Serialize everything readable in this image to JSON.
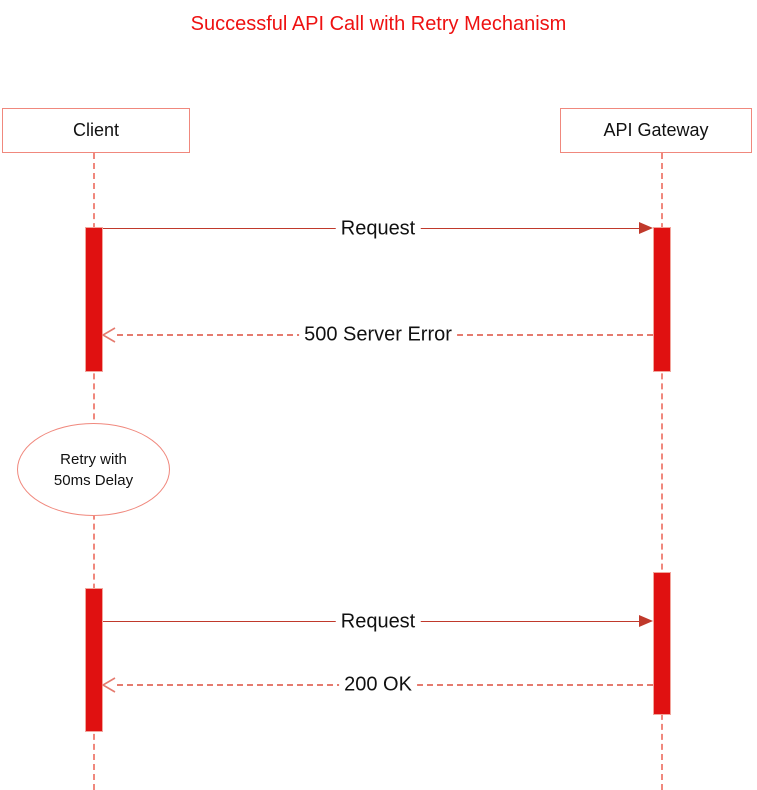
{
  "diagram": {
    "title": "Successful API Call with Retry Mechanism",
    "type": "sequence-diagram",
    "actors": [
      {
        "label": "Client"
      },
      {
        "label": "API Gateway"
      }
    ],
    "messages": [
      {
        "label": "Request",
        "from": "Client",
        "to": "API Gateway",
        "line": "solid",
        "arrowhead": "filled",
        "direction": "right"
      },
      {
        "label": "500 Server Error",
        "from": "API Gateway",
        "to": "Client",
        "line": "dashed",
        "arrowhead": "open",
        "direction": "left"
      },
      {
        "label": "Request",
        "from": "Client",
        "to": "API Gateway",
        "line": "solid",
        "arrowhead": "filled",
        "direction": "right"
      },
      {
        "label": "200 OK",
        "from": "API Gateway",
        "to": "Client",
        "line": "dashed",
        "arrowhead": "open",
        "direction": "left"
      }
    ],
    "note": {
      "line1": "Retry with",
      "line2": "50ms Delay"
    },
    "colors": {
      "title_text": "#ee1111",
      "box_border": "#f0887d",
      "lifeline": "#f0887d",
      "solid_arrow": "#c0392b",
      "dashed_arrow": "#e57b6f",
      "activation_fill": "#e01111",
      "activation_border": "#f2a59c",
      "label_text": "#111111"
    }
  }
}
